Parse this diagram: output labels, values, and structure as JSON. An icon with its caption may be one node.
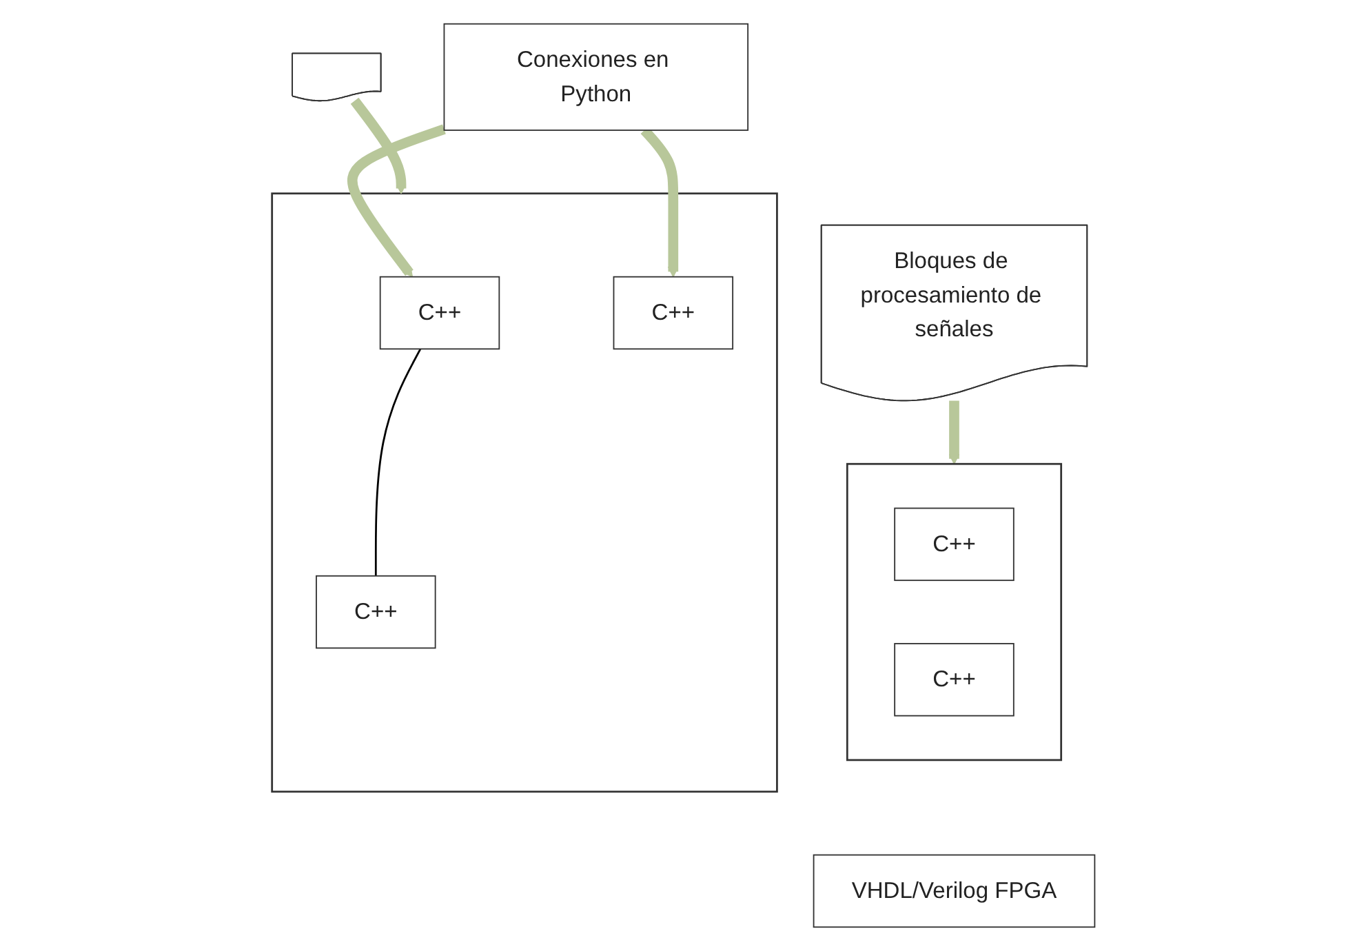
{
  "diagram": {
    "nodes": [
      {
        "text": [
          "Conexiones en Python"
        ]
      },
      {
        "text": [],
        "shape": "box"
      },
      {
        "text": [
          "C++"
        ],
        "in": 1
      },
      {
        "text": [
          "C++"
        ],
        "in": 1
      },
      {
        "text": [
          "C++"
        ],
        "in": 1
      },
      {
        "text": [],
        "shape": "box"
      },
      {
        "text": [
          "C++"
        ],
        "in": 5
      },
      {
        "text": [
          "C++"
        ],
        "in": 5
      },
      {
        "text": [
          "VHDL/Verilog FPGA"
        ]
      },
      {
        "text": [],
        "shape": "document"
      },
      {
        "text": [
          "Bloques de procesamiento de señales"
        ]
      }
    ],
    "edges": [
      {
        "from": 0,
        "to": 2,
        "arrow": "to"
      },
      {
        "from": 0,
        "to": 4,
        "arrow": "to"
      },
      {
        "from": 2,
        "to": 3,
        "arrow": "none",
        "color": "#000000"
      },
      {
        "from": 9,
        "to": 1,
        "arrow": "to"
      },
      {
        "from": 10,
        "to": 5,
        "arrow": "to"
      }
    ]
  }
}
